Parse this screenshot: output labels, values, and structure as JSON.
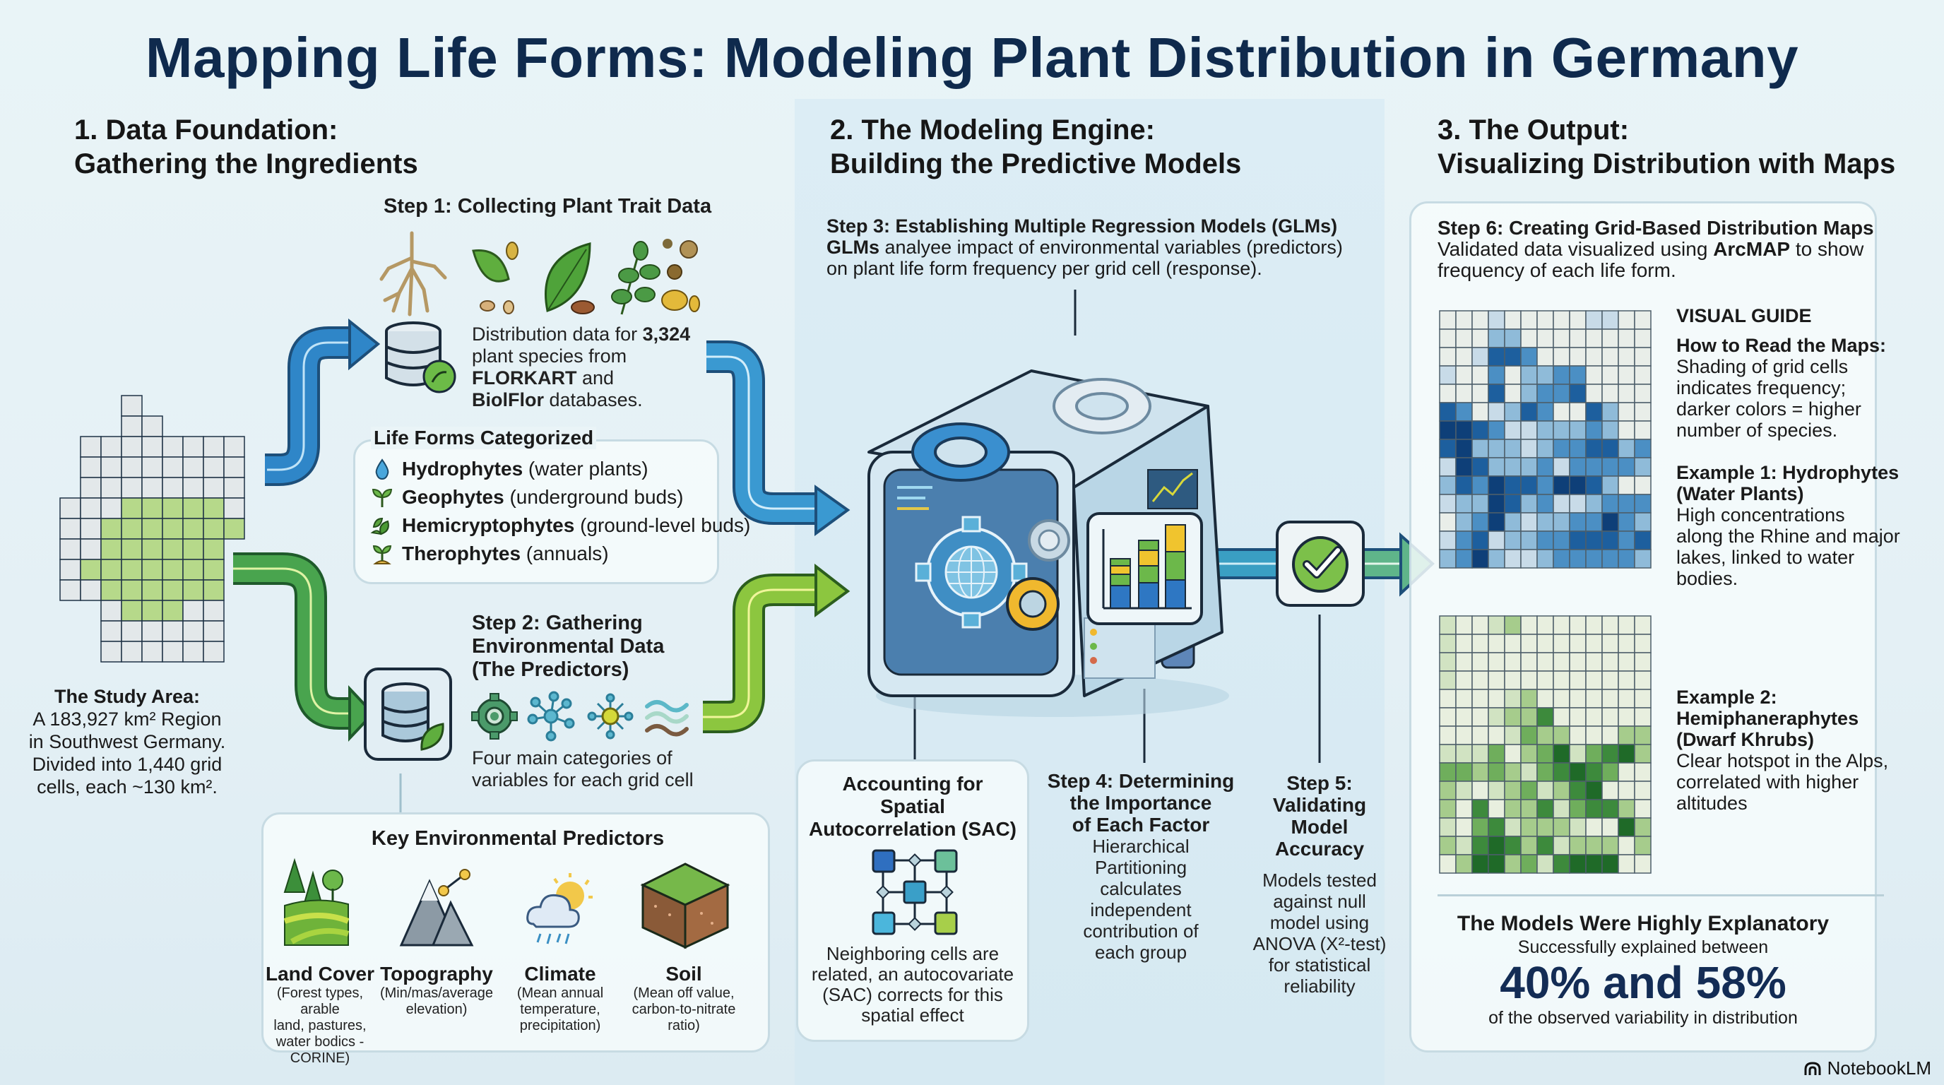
{
  "title": "Mapping Life Forms: Modeling Plant Distribution in Germany",
  "sections": {
    "s1": {
      "line1": "1. Data Foundation:",
      "line2": "Gathering the Ingredients"
    },
    "s2": {
      "line1": "2. The Modeling Engine:",
      "line2": "Building the Predictive Models"
    },
    "s3": {
      "line1": "3. The Output:",
      "line2": "Visualizing Distribution with Maps"
    }
  },
  "study_area": {
    "title": "The Study Area:",
    "lines": [
      "A 183,927 km² Region",
      "in Southwest Germany.",
      "Divided into 1,440 grid",
      "cells, each ~130 km²."
    ]
  },
  "step1": {
    "title": "Step 1: Collecting Plant Trait Data",
    "text_pre": "Distribution data for ",
    "species_count": "3,324",
    "text_mid": "plant species from",
    "db1": "FLORKART",
    "and": " and",
    "db2": "BiolFlor",
    "text_post": " databases.",
    "icons": [
      "roots-icon",
      "leaf-seeds-icon",
      "leaf-icon",
      "sprig-icon",
      "seeds-icon"
    ]
  },
  "life_forms": {
    "title": "Life Forms Categorized",
    "items": [
      {
        "icon": "water-drop-icon",
        "name": "Hydrophytes",
        "desc": " (water plants)"
      },
      {
        "icon": "sprout-icon",
        "name": "Geophytes",
        "desc": " (underground buds)"
      },
      {
        "icon": "leaves-icon",
        "name": "Hemicryptophytes",
        "desc": " (ground-level buds)"
      },
      {
        "icon": "seedling-icon",
        "name": "Therophytes",
        "desc": " (annuals)"
      }
    ]
  },
  "step2": {
    "title_lines": [
      "Step 2: Gathering",
      "Environmental Data",
      "(The Predictors)"
    ],
    "sub_lines": [
      "Four main categories of",
      "variables for each grid cell"
    ],
    "icons": [
      "gear-icon",
      "network-icon",
      "sun-network-icon",
      "waves-icon"
    ]
  },
  "key_predictors": {
    "title": "Key Environmental Predictors",
    "items": [
      {
        "icon": "land-cover-icon",
        "name": "Land Cover",
        "desc": [
          "(Forest types, arable",
          "land, pastures,",
          "water bodics -",
          "CORINE)"
        ]
      },
      {
        "icon": "mountain-icon",
        "name": "Topography",
        "desc": [
          "(Min/mas/average",
          "elevation)"
        ]
      },
      {
        "icon": "weather-icon",
        "name": "Climate",
        "desc": [
          "(Mean annual",
          "temperature,",
          "precipitation)"
        ]
      },
      {
        "icon": "soil-icon",
        "name": "Soil",
        "desc": [
          "(Mean off value,",
          "carbon-to-nitrate",
          "ratio)"
        ]
      }
    ]
  },
  "step3": {
    "title": "Step 3: Establishing Multiple Regression Models (GLMs)",
    "bold": "GLMs",
    "line1": " analyee impact of environmental variables (predictors)",
    "line2": "on plant life form frequency per grid cell (response)."
  },
  "sac": {
    "title_lines": [
      "Accounting for",
      "Spatial",
      "Autocorrelation (SAC)"
    ],
    "text_lines": [
      "Neighboring cells are",
      "related, an autocovariate",
      "(SAC) corrects for this",
      "spatial effect"
    ]
  },
  "step4": {
    "title_lines": [
      "Step 4: Determining",
      "the Importance",
      "of Each Factor"
    ],
    "text_lines": [
      "Hierarchical",
      "Partitioning",
      "calculates",
      "independent",
      "contribution of",
      "each group"
    ]
  },
  "step5": {
    "title_lines": [
      "Step 5:",
      "Validating",
      "Model Accuracy"
    ],
    "text_lines": [
      "Models tested",
      "against null",
      "model using",
      "ANOVA (X²-test)",
      "for statistical",
      "reliability"
    ]
  },
  "step6": {
    "title": "Step 6: Creating Grid-Based Distribution Maps",
    "line1_pre": "Validated data visualized using ",
    "tool": "ArcMAP",
    "line1_post": " to show",
    "line2": "frequency of each life form."
  },
  "visual_guide": {
    "title": "VISUAL GUIDE",
    "how_title": "How to Read the Maps:",
    "how_lines": [
      "Shading of grid cells",
      "indicates frequency;",
      "darker colors = higher",
      "number of species."
    ],
    "ex1_title_lines": [
      "Example 1: Hydrophytes",
      "(Water Plants)"
    ],
    "ex1_lines": [
      "High concentrations",
      "along the Rhine and major",
      "lakes, linked to water",
      "bodies."
    ],
    "ex2_title_lines": [
      "Example 2:",
      "Hemiphaneraphytes",
      "(Dwarf Khrubs)"
    ],
    "ex2_lines": [
      "Clear hotspot in the Alps,",
      "correlated with higher",
      "altitudes"
    ]
  },
  "result": {
    "title": "The Models Were Highly Explanatory",
    "pre": "Successfully explained between",
    "range": "40% and 58%",
    "low_pct": 40,
    "high_pct": 58,
    "post": "of the observed variability in distribution"
  },
  "brand": "NotebookLM",
  "colors": {
    "title": "#0f2a4d",
    "blue_pipe": "#2e7fc2",
    "green_pipe": "#4aa44d",
    "map_blue_dark": "#0e4a86",
    "map_green_dark": "#1f6f2a"
  }
}
